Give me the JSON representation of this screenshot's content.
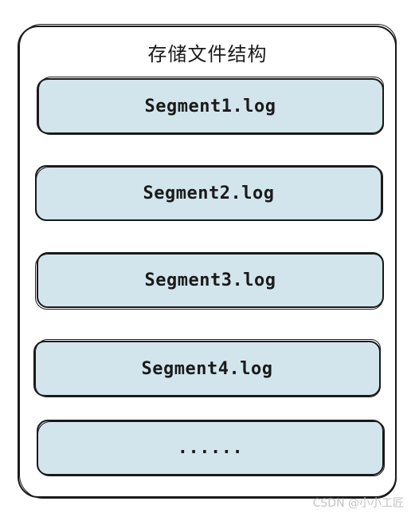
{
  "title": "存储文件结构",
  "segments": [
    {
      "label": "Segment1.log"
    },
    {
      "label": "Segment2.log"
    },
    {
      "label": "Segment3.log"
    },
    {
      "label": "Segment4.log"
    },
    {
      "label": "......"
    }
  ],
  "watermark": "CSDN @小小工匠",
  "colors": {
    "segment_fill": "#d3e5ec",
    "stroke": "#1a1a1a",
    "watermark": "#c2c2c2"
  }
}
